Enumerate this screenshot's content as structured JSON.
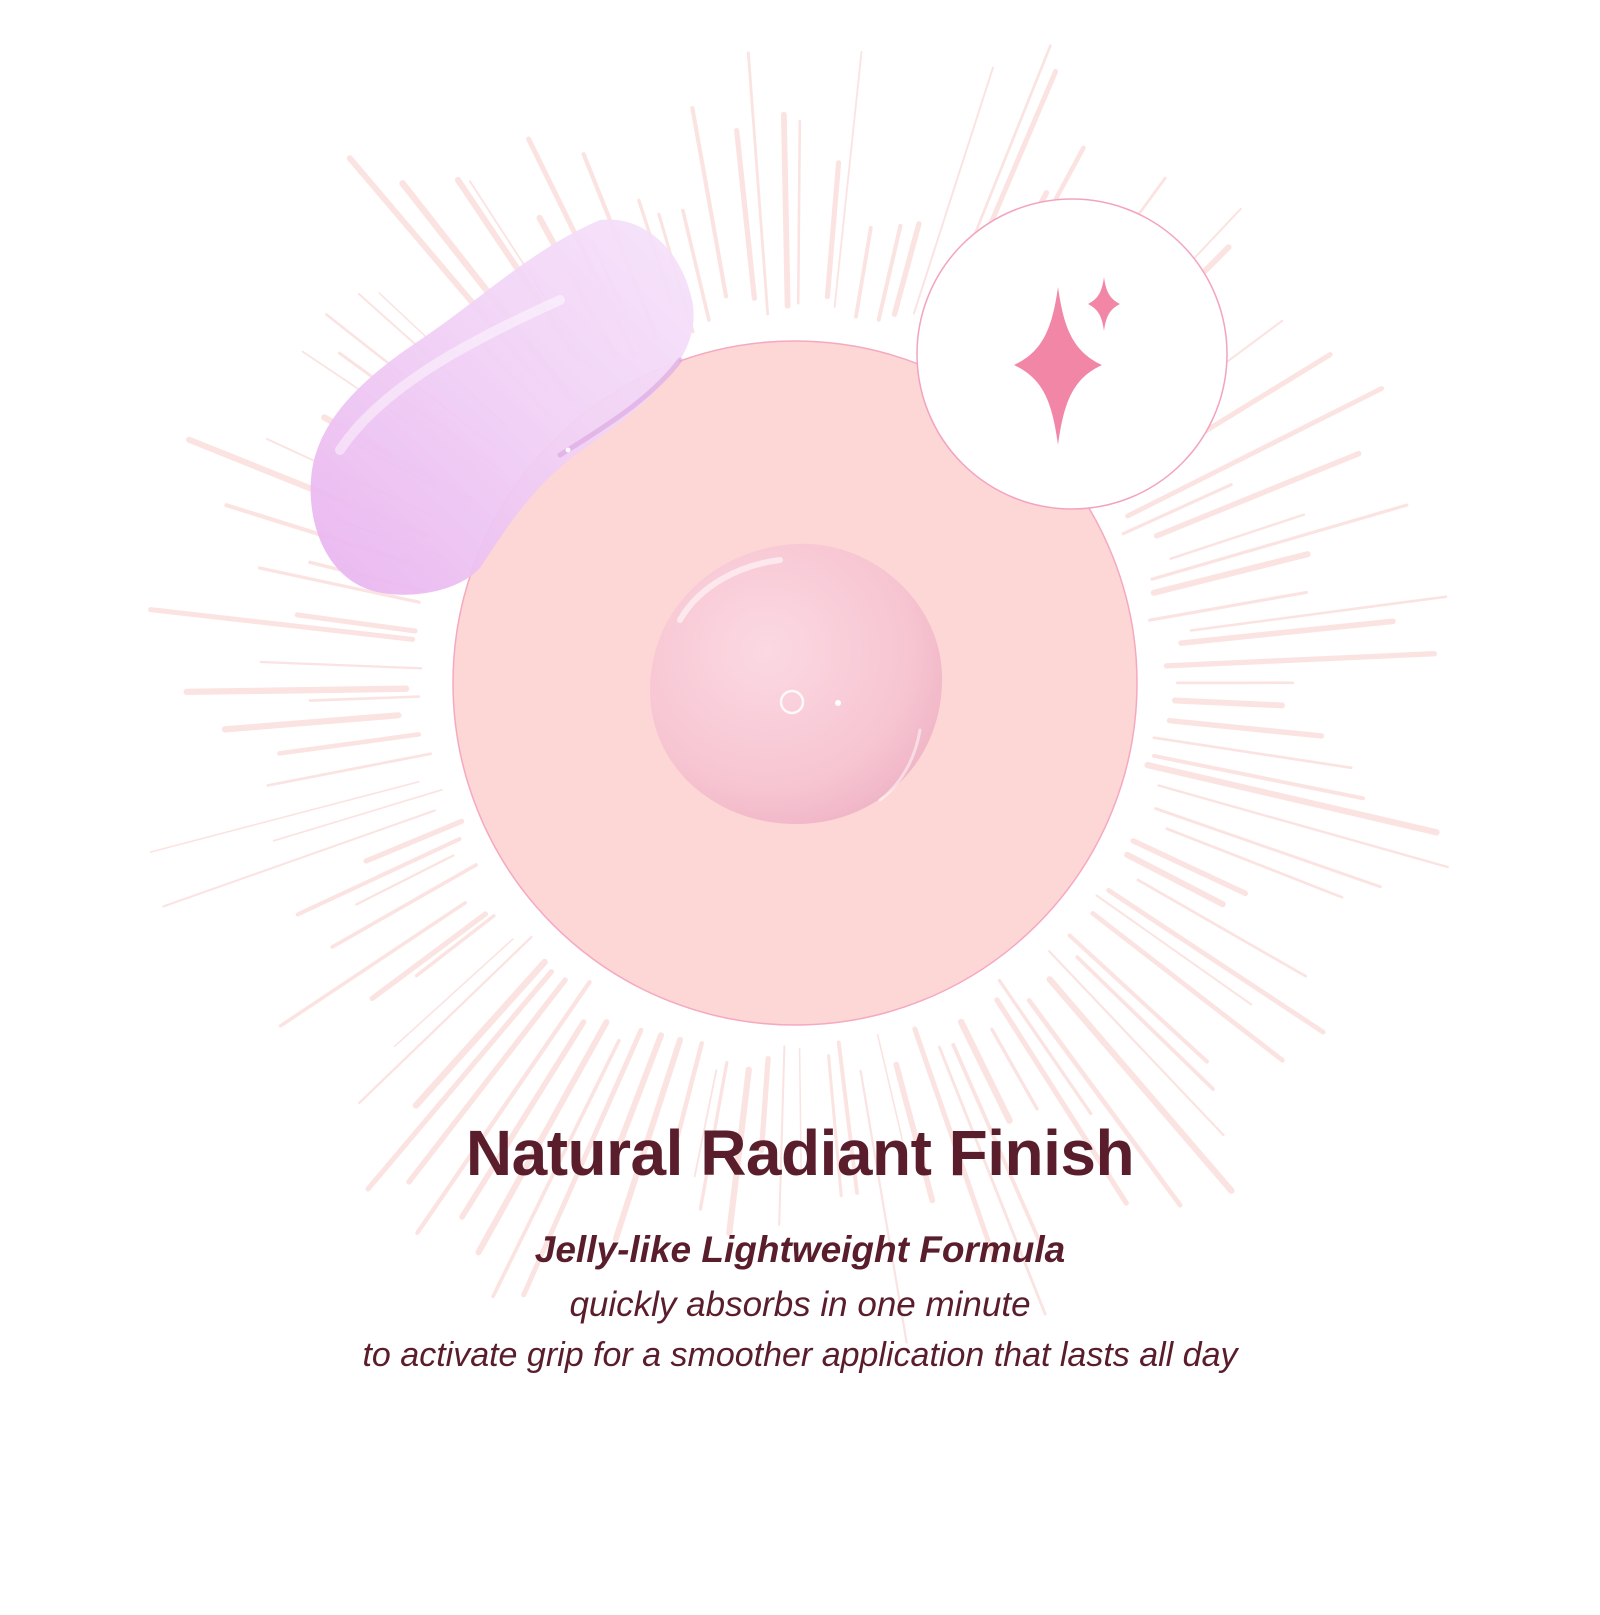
{
  "colors": {
    "ray": "#fbe3e1",
    "disc": "#fdd6d6",
    "disc_border": "#f5a9c0",
    "droplet": "#f8c6d2",
    "swatch": "#eec9f2",
    "badge_border": "#f3a3bf",
    "sparkle": "#f286a7",
    "text": "#5a1d2c"
  },
  "icons": {
    "badge": "sparkle-icon",
    "swatch": "product-swatch",
    "droplet": "gel-droplet"
  },
  "copy": {
    "headline": "Natural Radiant Finish",
    "subhead": "Jelly-like Lightweight Formula",
    "line_1": "quickly absorbs in one minute",
    "line_2": "to activate grip for a smoother application that lasts all day"
  }
}
